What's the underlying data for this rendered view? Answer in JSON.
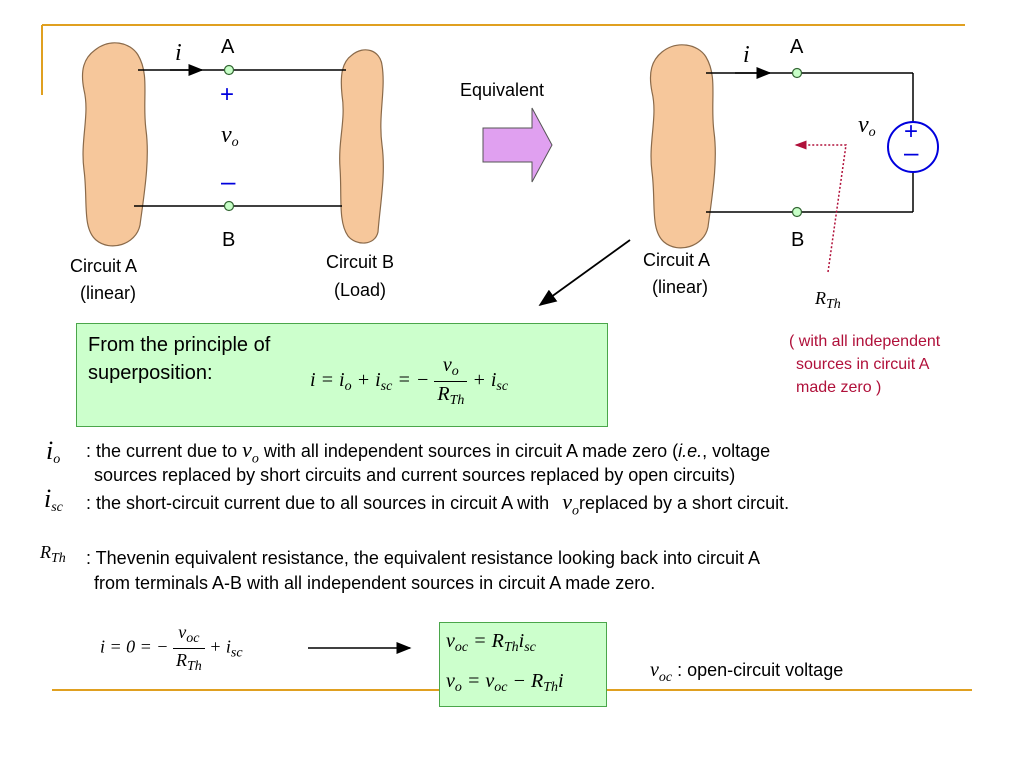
{
  "left_circuit": {
    "current_symbol": "i",
    "terminal_top": "A",
    "terminal_bottom": "B",
    "plus": "+",
    "minus": "–",
    "voltage_main": "v",
    "voltage_sub": "o",
    "circuit_a_line1": "Circuit A",
    "circuit_a_line2": "(linear)",
    "circuit_b_line1": "Circuit B",
    "circuit_b_line2": "(Load)"
  },
  "equivalent_label": "Equivalent",
  "right_circuit": {
    "current_symbol": "i",
    "terminal_top": "A",
    "terminal_bottom": "B",
    "voltage_main": "v",
    "voltage_sub": "o",
    "source_plus": "+",
    "source_minus": "–",
    "circuit_a_line1": "Circuit A",
    "circuit_a_line2": "(linear)",
    "rth_main": "R",
    "rth_sub": "Th",
    "note_line1": "( with all independent",
    "note_line2": "sources in circuit A",
    "note_line3": "made zero )"
  },
  "superposition_box": {
    "line1": "From the principle of",
    "line2": "superposition:",
    "eq_lhs": "i = i",
    "eq_io_sub": "o",
    "eq_plus1": " + i",
    "eq_isc_sub": "sc",
    "eq_eq_minus": " = −",
    "frac_num_main": "v",
    "frac_num_sub": "o",
    "frac_den_main": "R",
    "frac_den_sub": "Th",
    "eq_plus2": "+ i",
    "eq_isc2_sub": "sc"
  },
  "definitions": {
    "io_main": "i",
    "io_sub": "o",
    "io_text_a": ": the current due to",
    "io_vo_main": "v",
    "io_vo_sub": "o",
    "io_text_b": "with all independent sources in circuit A made zero (",
    "io_ie": "i.e.",
    "io_text_c": ", voltage",
    "io_text_line2": "sources replaced by short circuits and current sources replaced by open circuits)",
    "isc_main": "i",
    "isc_sub": "sc",
    "isc_text_a": ": the short-circuit current due to all sources in circuit A with",
    "isc_vo_main": "v",
    "isc_vo_sub": "o",
    "isc_text_b": "replaced by a short circuit.",
    "rth_main": "R",
    "rth_sub": "Th",
    "rth_text_line1": ": Thevenin equivalent resistance, the equivalent resistance looking back into circuit A",
    "rth_text_line2": "from terminals A-B with all independent sources in circuit A made zero."
  },
  "bottom": {
    "eq_lhs": "i = 0 = −",
    "frac_num_main": "v",
    "frac_num_sub": "oc",
    "frac_den_main": "R",
    "frac_den_sub": "Th",
    "eq_plus": "+ i",
    "eq_isc_sub": "sc",
    "box_l1_a": "v",
    "box_l1_a_sub": "oc",
    "box_l1_b": " = R",
    "box_l1_b_sub": "Th",
    "box_l1_c": "i",
    "box_l1_c_sub": "sc",
    "box_l2_a": "v",
    "box_l2_a_sub": "o",
    "box_l2_b": " = v",
    "box_l2_b_sub": "oc",
    "box_l2_c": " − R",
    "box_l2_c_sub": "Th",
    "box_l2_d": "i",
    "voc_main": "v",
    "voc_sub": "oc",
    "voc_text": ": open-circuit voltage"
  },
  "colors": {
    "blob": "#f6c79b",
    "blob_stroke": "#8a6a4a",
    "arrow_fill": "#e0a0f0",
    "box_fill": "#ccffcc",
    "box_border": "#4aa64a",
    "accent_gold": "#e0a020",
    "note_red": "#b0103a",
    "polarity_blue": "#0000dd"
  }
}
